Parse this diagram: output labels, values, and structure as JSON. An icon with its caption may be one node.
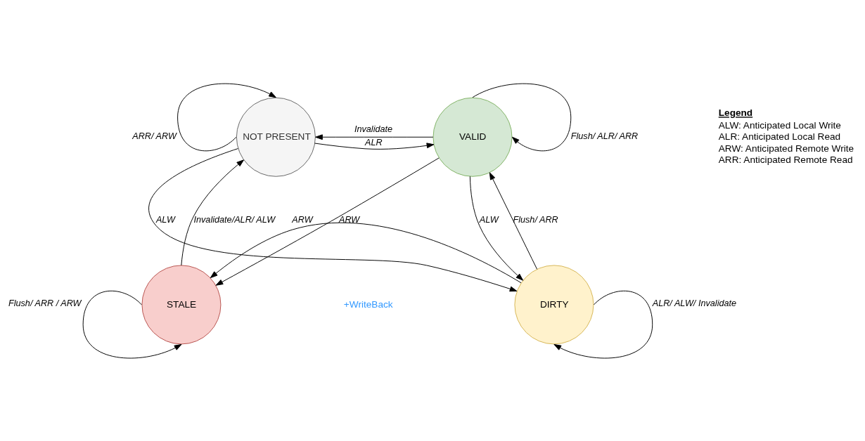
{
  "diagram": {
    "nodes": [
      {
        "text": [
          "NOT PRESENT"
        ]
      },
      {
        "text": [
          "VALID"
        ]
      },
      {
        "text": [
          "STALE"
        ]
      },
      {
        "text": [
          "DIRTY"
        ]
      }
    ],
    "edges": [
      {
        "from": 0,
        "to": 0,
        "arrow": "to",
        "label": "ARR/ ARW"
      },
      {
        "from": 0,
        "to": 1,
        "arrow": "to",
        "label": "ALR"
      },
      {
        "from": 1,
        "to": 0,
        "arrow": "to",
        "label": "Invalidate"
      },
      {
        "from": 1,
        "to": 1,
        "arrow": "to",
        "label": "Flush/ ALR/ ARR"
      },
      {
        "from": 0,
        "to": 3,
        "arrow": "to",
        "label": "ALW"
      },
      {
        "from": 1,
        "to": 2,
        "arrow": "to",
        "label": "ARW"
      },
      {
        "from": 3,
        "to": 1,
        "arrow": "to",
        "label": "Flush/ ARR"
      },
      {
        "from": 1,
        "to": 3,
        "arrow": "to",
        "label": "ALW"
      },
      {
        "from": 2,
        "to": 0,
        "arrow": "to",
        "label": "Invalidate/ALR/ ALW"
      },
      {
        "from": 3,
        "to": 2,
        "arrow": "to",
        "label": "ARW"
      },
      {
        "from": 2,
        "to": 2,
        "arrow": "to",
        "label": "Flush/ ARR / ARW"
      },
      {
        "from": 3,
        "to": 3,
        "arrow": "to",
        "label": "ALR/ ALW/ Invalidate"
      }
    ],
    "labels": [
      "+WriteBack",
      "Legend"
    ],
    "legend": [
      {
        "text": "ALW: Anticipated Local Write"
      },
      {
        "text": "ALR: Anticipated Local Read"
      },
      {
        "text": "ARW: Anticipated Remote Write"
      },
      {
        "text": "ARR: Anticipated Remote Read"
      }
    ]
  }
}
